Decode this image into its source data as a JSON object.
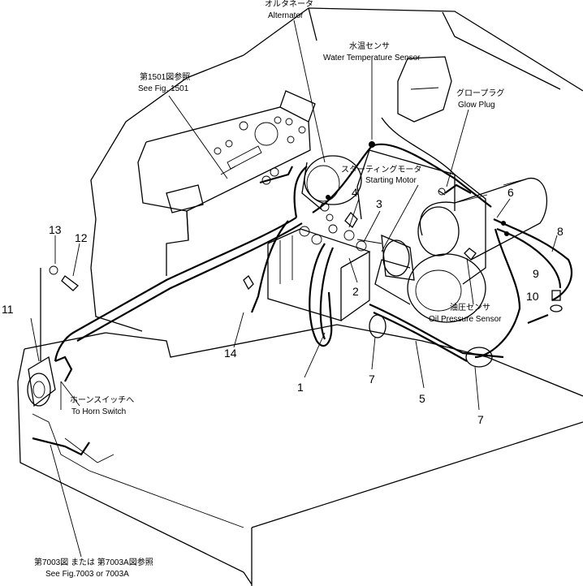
{
  "labels": {
    "alternator_jp": "オルタネータ",
    "alternator_en": "Alternator",
    "water_temp_jp": "水温センサ",
    "water_temp_en": "Water Temperature Sensor",
    "glow_plug_jp": "グロープラグ",
    "glow_plug_en": "Glow Plug",
    "fig1501_jp": "第1501図参照",
    "fig1501_en": "See Fig. 1501",
    "starting_motor_jp": "スターティングモータ",
    "starting_motor_en": "Starting Motor",
    "oil_pressure_jp": "油圧センサ",
    "oil_pressure_en": "Oil Pressure Sensor",
    "horn_switch_jp": "ホーンスイッチへ",
    "horn_switch_en": "To Horn Switch",
    "fig7003_jp": "第7003図 または 第7003A図参照",
    "fig7003_en": "See Fig.7003 or 7003A"
  },
  "part_numbers": {
    "n1": "1",
    "n2": "2",
    "n3": "3",
    "n4": "4",
    "n5": "5",
    "n6": "6",
    "n7a": "7",
    "n7b": "7",
    "n8": "8",
    "n9": "9",
    "n10": "10",
    "n11": "11",
    "n12": "12",
    "n13": "13",
    "n14": "14"
  }
}
